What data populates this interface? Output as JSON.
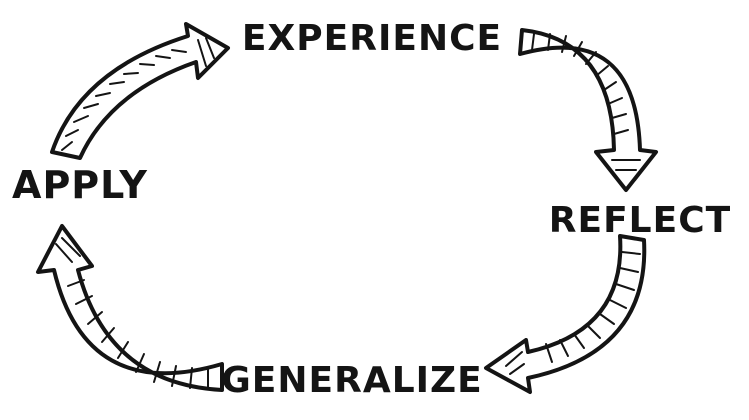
{
  "diagram": {
    "stages": [
      {
        "key": "experience",
        "label": "EXPERIENCE"
      },
      {
        "key": "reflect",
        "label": "REFLECT"
      },
      {
        "key": "generalize",
        "label": "GENERALIZE"
      },
      {
        "key": "apply",
        "label": "APPLY"
      }
    ],
    "ink_color": "#141414",
    "background_color": "#ffffff"
  }
}
